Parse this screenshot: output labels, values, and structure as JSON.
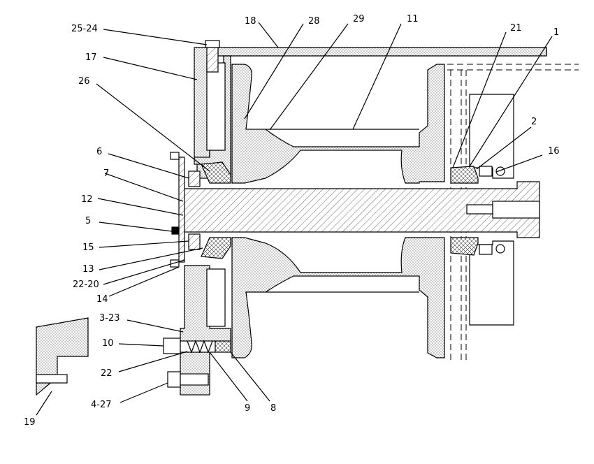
{
  "callouts": [
    {
      "id": "c-25-24",
      "text": "25-24"
    },
    {
      "id": "c-17",
      "text": "17"
    },
    {
      "id": "c-18",
      "text": "18"
    },
    {
      "id": "c-28",
      "text": "28"
    },
    {
      "id": "c-29",
      "text": "29"
    },
    {
      "id": "c-11",
      "text": "11"
    },
    {
      "id": "c-21",
      "text": "21"
    },
    {
      "id": "c-1",
      "text": "1"
    },
    {
      "id": "c-26",
      "text": "26"
    },
    {
      "id": "c-2",
      "text": "2"
    },
    {
      "id": "c-16",
      "text": "16"
    },
    {
      "id": "c-6",
      "text": "6"
    },
    {
      "id": "c-7",
      "text": "7"
    },
    {
      "id": "c-12",
      "text": "12"
    },
    {
      "id": "c-5",
      "text": "5"
    },
    {
      "id": "c-15",
      "text": "15"
    },
    {
      "id": "c-13",
      "text": "13"
    },
    {
      "id": "c-22-20",
      "text": "22-20"
    },
    {
      "id": "c-14",
      "text": "14"
    },
    {
      "id": "c-3-23",
      "text": "3-23"
    },
    {
      "id": "c-10",
      "text": "10"
    },
    {
      "id": "c-22",
      "text": "22"
    },
    {
      "id": "c-4-27",
      "text": "4-27"
    },
    {
      "id": "c-9",
      "text": "9"
    },
    {
      "id": "c-8",
      "text": "8"
    },
    {
      "id": "c-19",
      "text": "19"
    }
  ]
}
